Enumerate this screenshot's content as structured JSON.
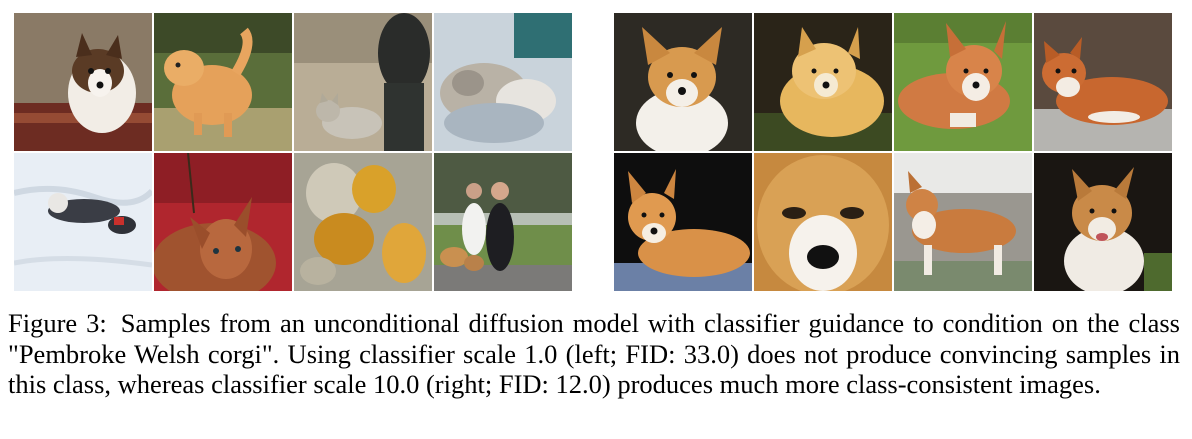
{
  "figure": {
    "label": "Figure 3:",
    "caption": "Samples from an unconditional diffusion model with classifier guidance to condition on the class \"Pembroke Welsh corgi\". Using classifier scale 1.0 (left; FID: 33.0) does not produce convincing samples in this class, whereas classifier scale 10.0 (right; FID: 12.0) produces much more class-consistent images."
  },
  "left_grid": {
    "samples": [
      {
        "icon": "corgi-photo"
      },
      {
        "icon": "fluffy-dog-photo"
      },
      {
        "icon": "cat-photo"
      },
      {
        "icon": "cats-photo"
      },
      {
        "icon": "dog-in-snow-photo"
      },
      {
        "icon": "brown-dog-photo"
      },
      {
        "icon": "abstract-photo"
      },
      {
        "icon": "people-with-dogs-photo"
      }
    ]
  },
  "right_grid": {
    "samples": [
      {
        "icon": "corgi-photo"
      },
      {
        "icon": "corgi-photo"
      },
      {
        "icon": "corgi-photo"
      },
      {
        "icon": "corgi-photo"
      },
      {
        "icon": "corgi-photo"
      },
      {
        "icon": "corgi-face-photo"
      },
      {
        "icon": "corgi-photo"
      },
      {
        "icon": "corgi-photo"
      }
    ]
  }
}
